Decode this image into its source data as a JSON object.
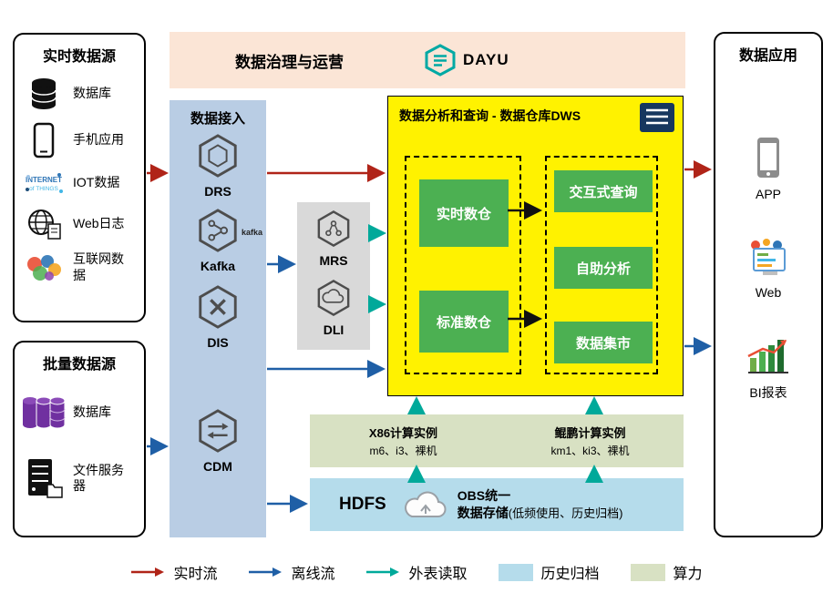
{
  "colors": {
    "realtime": "#B02418",
    "offline": "#1F5FA6",
    "external": "#00A99A",
    "archive": "#B5DCEB",
    "compute": "#D8E1C3",
    "dws-bg": "#FFF200",
    "green-box": "#4CB052",
    "ingestion-bg": "#B9CDE4",
    "governance-bg": "#FBE5D6",
    "middleware-bg": "#D9D9D9"
  },
  "realtime_sources": {
    "title": "实时数据源",
    "items": [
      {
        "label": "数据库",
        "icon": "database-icon"
      },
      {
        "label": "手机应用",
        "icon": "phone-icon"
      },
      {
        "label": "IOT数据",
        "icon": "iot-icon"
      },
      {
        "label": "Web日志",
        "icon": "globe-icon"
      },
      {
        "label": "互联网数据",
        "icon": "internet-data-icon"
      }
    ]
  },
  "batch_sources": {
    "title": "批量数据源",
    "items": [
      {
        "label": "数据库",
        "icon": "database-stack-icon"
      },
      {
        "label": "文件服务器",
        "icon": "file-server-icon"
      }
    ]
  },
  "governance": {
    "title": "数据治理与运营",
    "brand": "DAYU"
  },
  "ingestion": {
    "title": "数据接入",
    "items": [
      {
        "label": "DRS"
      },
      {
        "label": "Kafka",
        "badge": "kafka"
      },
      {
        "label": "DIS"
      },
      {
        "label": "CDM"
      }
    ]
  },
  "middleware": {
    "items": [
      {
        "label": "MRS"
      },
      {
        "label": "DLI"
      }
    ]
  },
  "dws": {
    "title": "数据分析和查询 - 数据仓库DWS",
    "warehouse_items": [
      {
        "label": "实时数仓"
      },
      {
        "label": "标准数仓"
      }
    ],
    "analysis_items": [
      {
        "label": "交互式查询"
      },
      {
        "label": "自助分析"
      },
      {
        "label": "数据集市"
      }
    ]
  },
  "compute": {
    "x86": {
      "title": "X86计算实例",
      "subtitle": "m6、i3、裸机"
    },
    "kunpeng": {
      "title": "鲲鹏计算实例",
      "subtitle": "km1、ki3、裸机"
    }
  },
  "storage": {
    "hdfs": "HDFS",
    "obs_line1": "OBS统一",
    "obs_line2": "数据存储",
    "obs_note": "(低频使用、历史归档)"
  },
  "applications": {
    "title": "数据应用",
    "items": [
      {
        "label": "APP",
        "icon": "phone-icon"
      },
      {
        "label": "Web",
        "icon": "web-icon"
      },
      {
        "label": "BI报表",
        "icon": "bi-chart-icon"
      }
    ]
  },
  "legend": {
    "items": [
      {
        "label": "实时流",
        "kind": "arrow",
        "color": "#B02418"
      },
      {
        "label": "离线流",
        "kind": "arrow",
        "color": "#1F5FA6"
      },
      {
        "label": "外表读取",
        "kind": "arrow",
        "color": "#00A99A"
      },
      {
        "label": "历史归档",
        "kind": "swatch",
        "color": "#B5DCEB"
      },
      {
        "label": "算力",
        "kind": "swatch",
        "color": "#D8E1C3"
      }
    ]
  }
}
